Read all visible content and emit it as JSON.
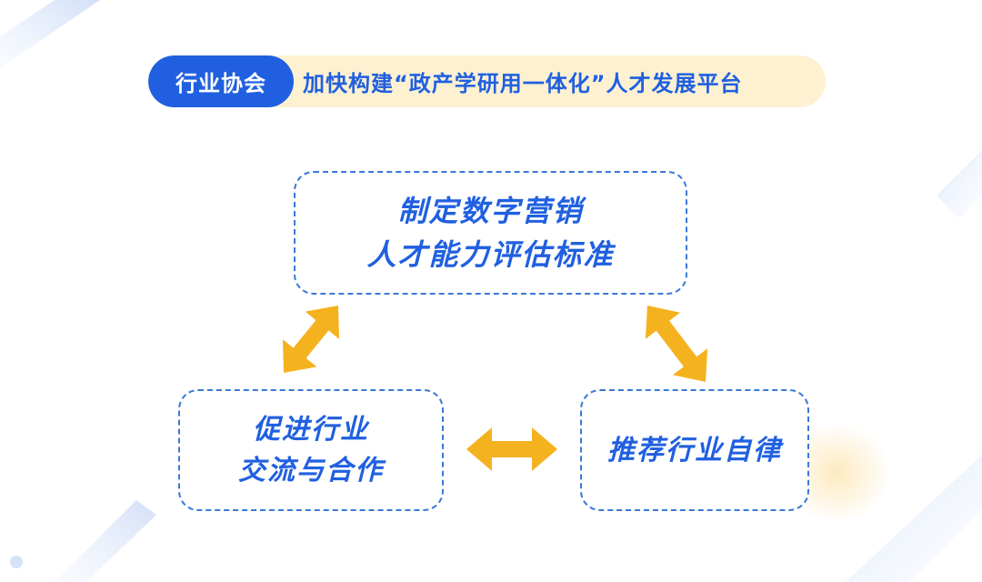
{
  "colors": {
    "accent_blue": "#2060e0",
    "arrow_yellow": "#f5b21f",
    "header_bg": "#fdf1d2"
  },
  "header": {
    "tag": "行业协会",
    "title": "加快构建“政产学研用一体化”人才发展平台"
  },
  "nodes": {
    "top": {
      "line1": "制定数字营销",
      "line2": "人才能力评估标准"
    },
    "left": {
      "line1": "促进行业",
      "line2": "交流与合作"
    },
    "right": {
      "line1": "推荐行业自律"
    }
  },
  "arrows": [
    {
      "from": "left",
      "to": "top",
      "type": "bidirectional"
    },
    {
      "from": "top",
      "to": "right",
      "type": "bidirectional"
    },
    {
      "from": "left",
      "to": "right",
      "type": "bidirectional"
    }
  ]
}
